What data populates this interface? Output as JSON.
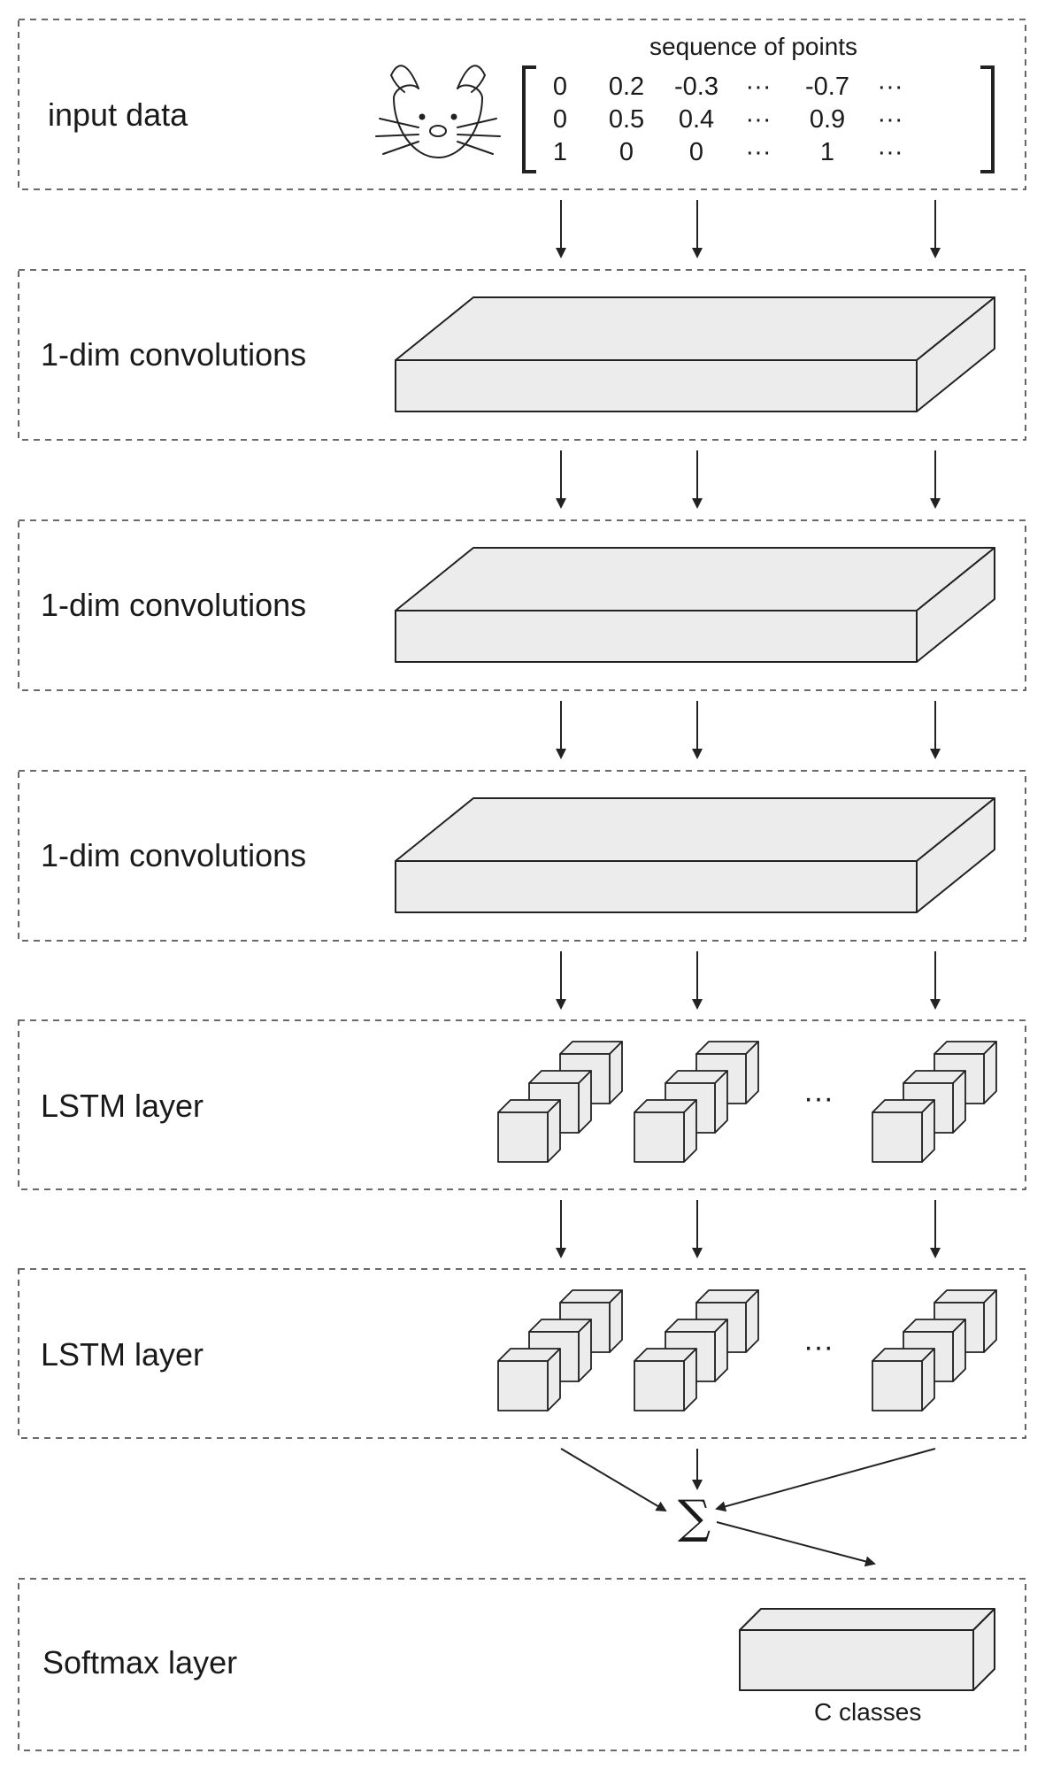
{
  "layers": [
    {
      "label": "input data",
      "kind": "input"
    },
    {
      "label": "1-dim convolutions",
      "kind": "conv"
    },
    {
      "label": "1-dim convolutions",
      "kind": "conv"
    },
    {
      "label": "1-dim convolutions",
      "kind": "conv"
    },
    {
      "label": "LSTM layer",
      "kind": "lstm"
    },
    {
      "label": "LSTM layer",
      "kind": "lstm"
    },
    {
      "label": "Softmax layer",
      "kind": "softmax"
    }
  ],
  "input": {
    "title": "sequence of points",
    "icon": "rabbit-sketch-icon",
    "matrix": [
      [
        "0",
        "0.2",
        "-0.3",
        "···",
        "-0.7",
        "···"
      ],
      [
        "0",
        "0.5",
        "0.4",
        "···",
        "0.9",
        "···"
      ],
      [
        "1",
        "0",
        "0",
        "···",
        "1",
        "···"
      ]
    ]
  },
  "lstm": {
    "ellipsis": "···"
  },
  "aggregation": {
    "symbol": "∑"
  },
  "softmax": {
    "caption": "C classes"
  },
  "colors": {
    "block_fill": "#ececec",
    "stroke": "#222222",
    "dashed_border": "#555555",
    "background": "#ffffff"
  }
}
